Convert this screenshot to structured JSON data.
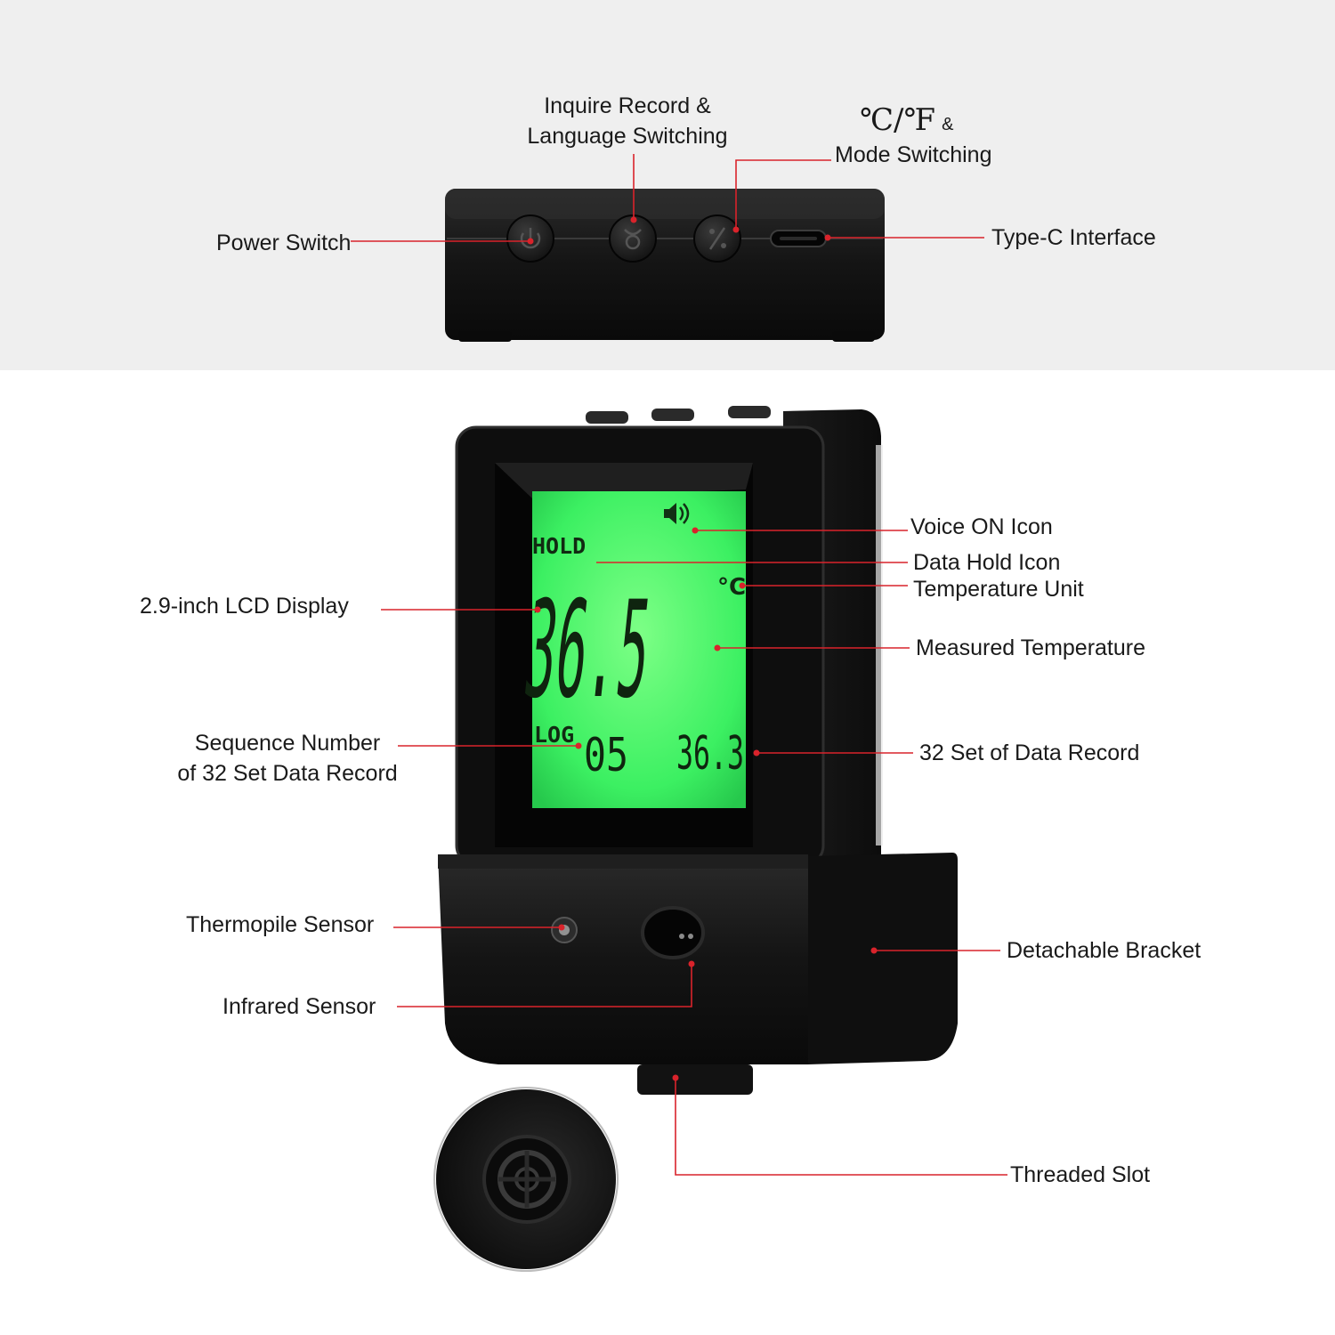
{
  "labels": {
    "inquire_line1": "Inquire Record &",
    "inquire_line2": "Language Switching",
    "unit_symbols": "℃/℉",
    "amp": "&",
    "mode_switching": "Mode Switching",
    "power_switch": "Power Switch",
    "type_c": "Type-C Interface",
    "voice_on": "Voice ON Icon",
    "data_hold": "Data Hold Icon",
    "temp_unit": "Temperature Unit",
    "lcd_display": "2.9-inch LCD Display",
    "measured_temp": "Measured Temperature",
    "seq_line1": "Sequence Number",
    "seq_line2": "of 32 Set Data Record",
    "data_record": "32 Set of Data Record",
    "thermopile": "Thermopile Sensor",
    "infrared": "Infrared Sensor",
    "bracket": "Detachable Bracket",
    "threaded": "Threaded Slot"
  },
  "lcd": {
    "hold": "HOLD",
    "unit": "°C",
    "reading": "36.5",
    "log": "LOG",
    "sequence": "05",
    "record_value": "36.3"
  },
  "colors": {
    "callout_line": "#d9232b",
    "lcd_green": "#4ff06e",
    "device_body": "#141414",
    "background_top": "#efefef"
  },
  "icons": {
    "power": "power-icon",
    "inquire": "record-icon",
    "mode": "unit-switch-icon",
    "usb": "usb-c-port-icon",
    "speaker": "speaker-icon"
  }
}
